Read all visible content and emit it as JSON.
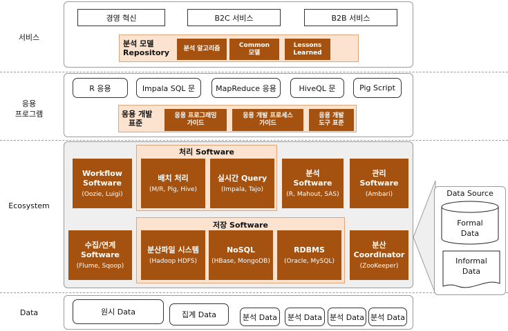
{
  "layers": {
    "service": "서비스",
    "app_line1": "응용",
    "app_line2": "프로그램",
    "ecosystem": "Ecosystem",
    "data": "Data"
  },
  "service": {
    "items": [
      "경영 혁신",
      "B2C 서비스",
      "B2B 서비스"
    ],
    "repo_label_line1": "분석 모델",
    "repo_label_line2": "Repository",
    "repo_items": [
      {
        "line1": "분석 알고리즘",
        "line2": ""
      },
      {
        "line1": "Common",
        "line2": "모델"
      },
      {
        "line1": "Lessons",
        "line2": "Learned"
      }
    ]
  },
  "app": {
    "items": [
      "R 응용",
      "Impala SQL 문",
      "MapReduce 응용",
      "HiveQL 문",
      "Pig Script"
    ],
    "std_label_line1": "응용 개발",
    "std_label_line2": "표준",
    "std_items": [
      {
        "line1": "응용 프로그래밍",
        "line2": "가이드"
      },
      {
        "line1": "응용 개발 프로세스",
        "line2": "가이드"
      },
      {
        "line1": "응용 개발",
        "line2": "도구 표준"
      }
    ]
  },
  "ecosystem": {
    "processing_title": "처리 Software",
    "storage_title": "저장 Software",
    "workflow": {
      "line1": "Workflow",
      "line2": "Software",
      "sub": "(Oozie, Luigi)"
    },
    "batch": {
      "line1": "배치 처리",
      "line2": "",
      "sub": "(M/R, Pig, Hive)"
    },
    "realtime": {
      "line1": "실시간 Query",
      "line2": "",
      "sub": "(Impala, Tajo)"
    },
    "analysis": {
      "line1": "분석",
      "line2": "Software",
      "sub": "(R, Mahout, SAS)"
    },
    "management": {
      "line1": "관리",
      "line2": "Software",
      "sub": "(Ambari)"
    },
    "collection": {
      "line1": "수집/연계",
      "line2": "Software",
      "sub": "(Flume, Sqoop)"
    },
    "dfs": {
      "line1": "분산파일 시스템",
      "line2": "",
      "sub": "(Hadoop HDFS)"
    },
    "nosql": {
      "line1": "NoSQL",
      "line2": "",
      "sub": "(HBase, MongoDB)"
    },
    "rdbms": {
      "line1": "RDBMS",
      "line2": "",
      "sub": "(Oracle, MySQL)"
    },
    "coordinator": {
      "line1": "분산",
      "line2": "Coordinator",
      "sub": "(ZooKeeper)"
    }
  },
  "data": {
    "raw": "원시 Data",
    "aggregate": "집계 Data",
    "analysis": [
      "분석 Data",
      "분석 Data",
      "분석 Data",
      "분석 Data"
    ]
  },
  "datasource": {
    "title": "Data Source",
    "formal_line1": "Formal",
    "formal_line2": "Data",
    "informal_line1": "Informal",
    "informal_line2": "Data"
  },
  "colors": {
    "brown": "#a5510f",
    "peach": "#fbe3d0",
    "panel_grey": "#efefef"
  }
}
